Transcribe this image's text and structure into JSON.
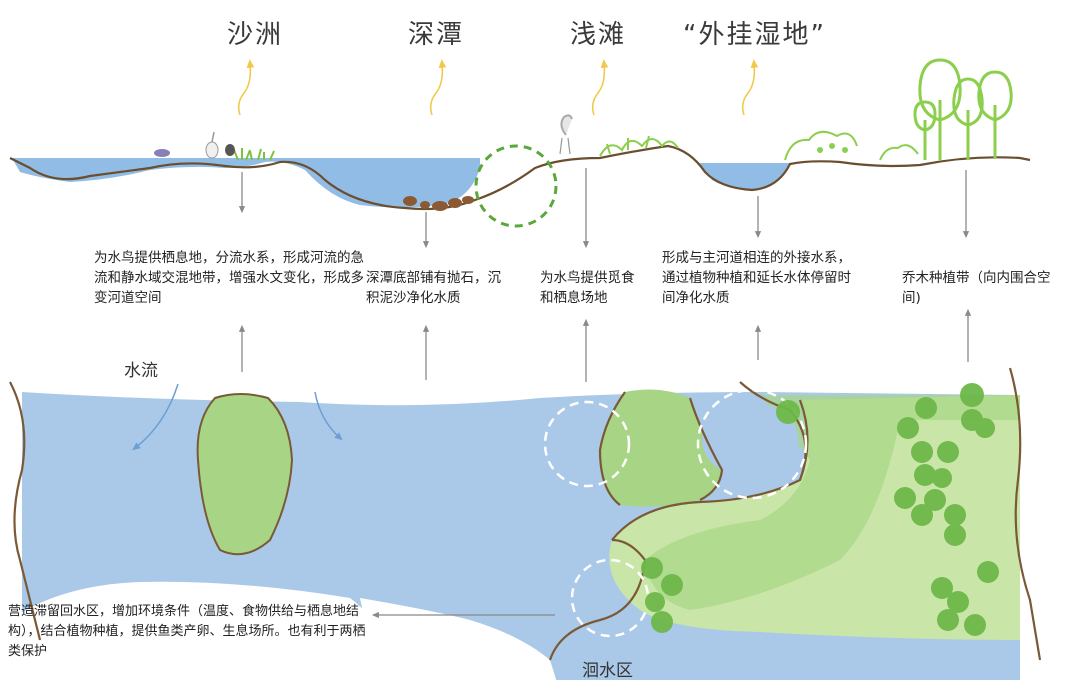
{
  "titles": {
    "sandbar": "沙洲",
    "deep_pool": "深潭",
    "shoal": "浅滩",
    "external_wetland": "“外挂湿地”"
  },
  "notes": {
    "sandbar": "为水鸟提供栖息地，分流水系，形成河流的急流和静水域交混地带，增强水文变化，形成多变河道空间",
    "deep_pool": "深潭底部铺有抛石，沉积泥沙净化水质",
    "shoal": "为水鸟提供觅食和栖息场地",
    "external_wetland": "形成与主河道相连的外接水系，通过植物种植和延长水体停留时间净化水质",
    "tree_belt": "乔木种植带（向内围合空间)",
    "backwater": "营造滞留回水区，增加环境条件（温度、食物供给与栖息地结构），结合植物种植，提供鱼类产卵、生息场所。也有利于两栖类保护"
  },
  "labels": {
    "water_flow": "水流",
    "backwater_zone": "洄水区"
  },
  "colors": {
    "water": "#a9c8e8",
    "water_section": "#7eb0e0",
    "green_light": "#c9e6a8",
    "green_mid": "#a7d585",
    "tree": "#6eb84a",
    "bank": "#7a5a36",
    "arrow": "#888888",
    "yellow_arrow": "#f2c94c"
  },
  "icons": {
    "birds": "water-bird-icons",
    "stones": "riprap-stones",
    "trees": "tree-icons"
  }
}
